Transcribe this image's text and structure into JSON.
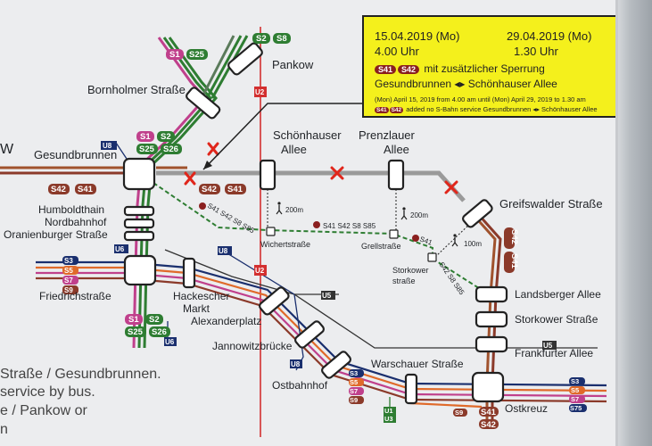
{
  "notice": {
    "date_from": "15.04.2019 (Mo)",
    "date_to": "29.04.2019 (Mo)",
    "time_from": "4.00 Uhr",
    "time_to": "1.30 Uhr",
    "line_badges": [
      "S41",
      "S42"
    ],
    "closure_text": "mit zusätzlicher Sperrung",
    "section": "Gesundbrunnen ◂▸ Schönhauser Allee",
    "en_line1": "(Mon) April 15, 2019 from 4.00 am until (Mon) April 29, 2019 to 1.30 am",
    "en_line2": "added no S-Bahn service Gesundbrunnen ◂▸ Schönhauser Allee"
  },
  "stations": {
    "pankow": "Pankow",
    "bornholmer": "Bornholmer Straße",
    "gesundbrunnen": "Gesundbrunnen",
    "schoenhauser": "Schönhauser",
    "schoenhauser2": "Allee",
    "prenzlauer": "Prenzlauer",
    "prenzlauer2": "Allee",
    "greifswalder": "Greifswalder Straße",
    "humboldthain": "Humboldthain",
    "nordbahnhof": "Nordbahnhof",
    "oranienburger": "Oranienburger Straße",
    "friedrichstrasse": "Friedrichstraße",
    "hackescher": "Hackescher",
    "hackescher2": "Markt",
    "alexanderplatz": "Alexanderplatz",
    "jannowitz": "Jannowitzbrücke",
    "ostbahnhof": "Ostbahnhof",
    "warschauer": "Warschauer Straße",
    "ostkreuz": "Ostkreuz",
    "landsberger": "Landsberger Allee",
    "storkower": "Storkower Straße",
    "frankfurter": "Frankfurter Allee",
    "wichert": "Wichertstraße",
    "grell": "Grellstraße",
    "storkower_bus": "Storkower",
    "storkower_bus2": "straße"
  },
  "bus_route": {
    "lines1": "S41 S42 S8 S85",
    "lines2": "S41 S42 S8 S85",
    "lines3": "S41",
    "lines4": "S42 S8 S85",
    "walk1": "200m",
    "walk2": "200m",
    "walk3": "100m"
  },
  "badges": {
    "s1": "S1",
    "s25": "S25",
    "s2": "S2",
    "s8": "S8",
    "s26": "S26",
    "s41": "S41",
    "s42": "S42",
    "u8": "U8",
    "u6": "U6",
    "u5": "U5",
    "u2": "U2",
    "s3": "S3",
    "s5": "S5",
    "s7": "S7",
    "s9": "S9",
    "s75": "S75",
    "u1": "U1",
    "u3": "U3"
  },
  "bottom_text": {
    "line1": "Straße / Gesundbrunnen.",
    "line2": "service by bus.",
    "line3": "e / Pankow or",
    "line4": "n"
  },
  "left_fragment": "W",
  "colors": {
    "notice_bg": "#f4f01c",
    "ring_brown": "#a0522d",
    "closed_gray": "#9a9a9a",
    "s1_magenta": "#c0408c",
    "s2_green": "#2e7d32",
    "u2_red": "#d32f2f",
    "s3_navy": "#1a2f6e",
    "s5_orange": "#e06a2a",
    "cross_red": "#e0261b",
    "bus_green": "#2e7d32"
  }
}
